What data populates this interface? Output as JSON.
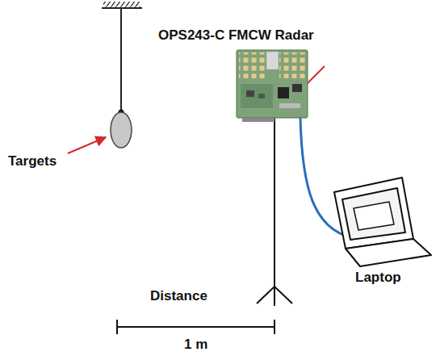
{
  "diagram": {
    "labels": [
      "OPS243-C FMCW Radar",
      "Targets",
      "Laptop",
      "Distance",
      "1 m"
    ]
  }
}
